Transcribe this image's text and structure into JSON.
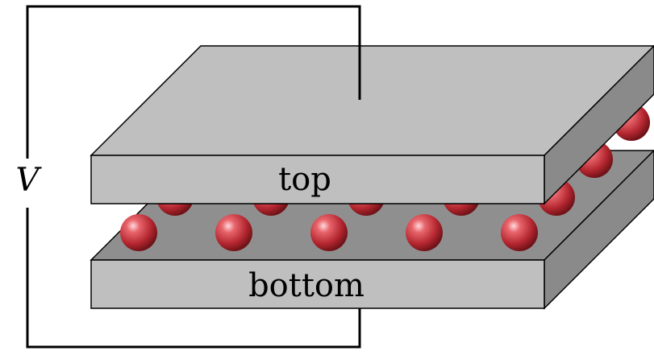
{
  "diagram": {
    "voltage_label": "V",
    "top_plate_label": "top",
    "bottom_plate_label": "bottom"
  },
  "colors": {
    "plate_top_face": "#bfbfbf",
    "plate_front_face": "#bfbfbf",
    "plate_side_face": "#8a8a8a",
    "bottom_top_face": "#8f8f8f",
    "sphere": "#c0303a",
    "wire": "#000000"
  }
}
